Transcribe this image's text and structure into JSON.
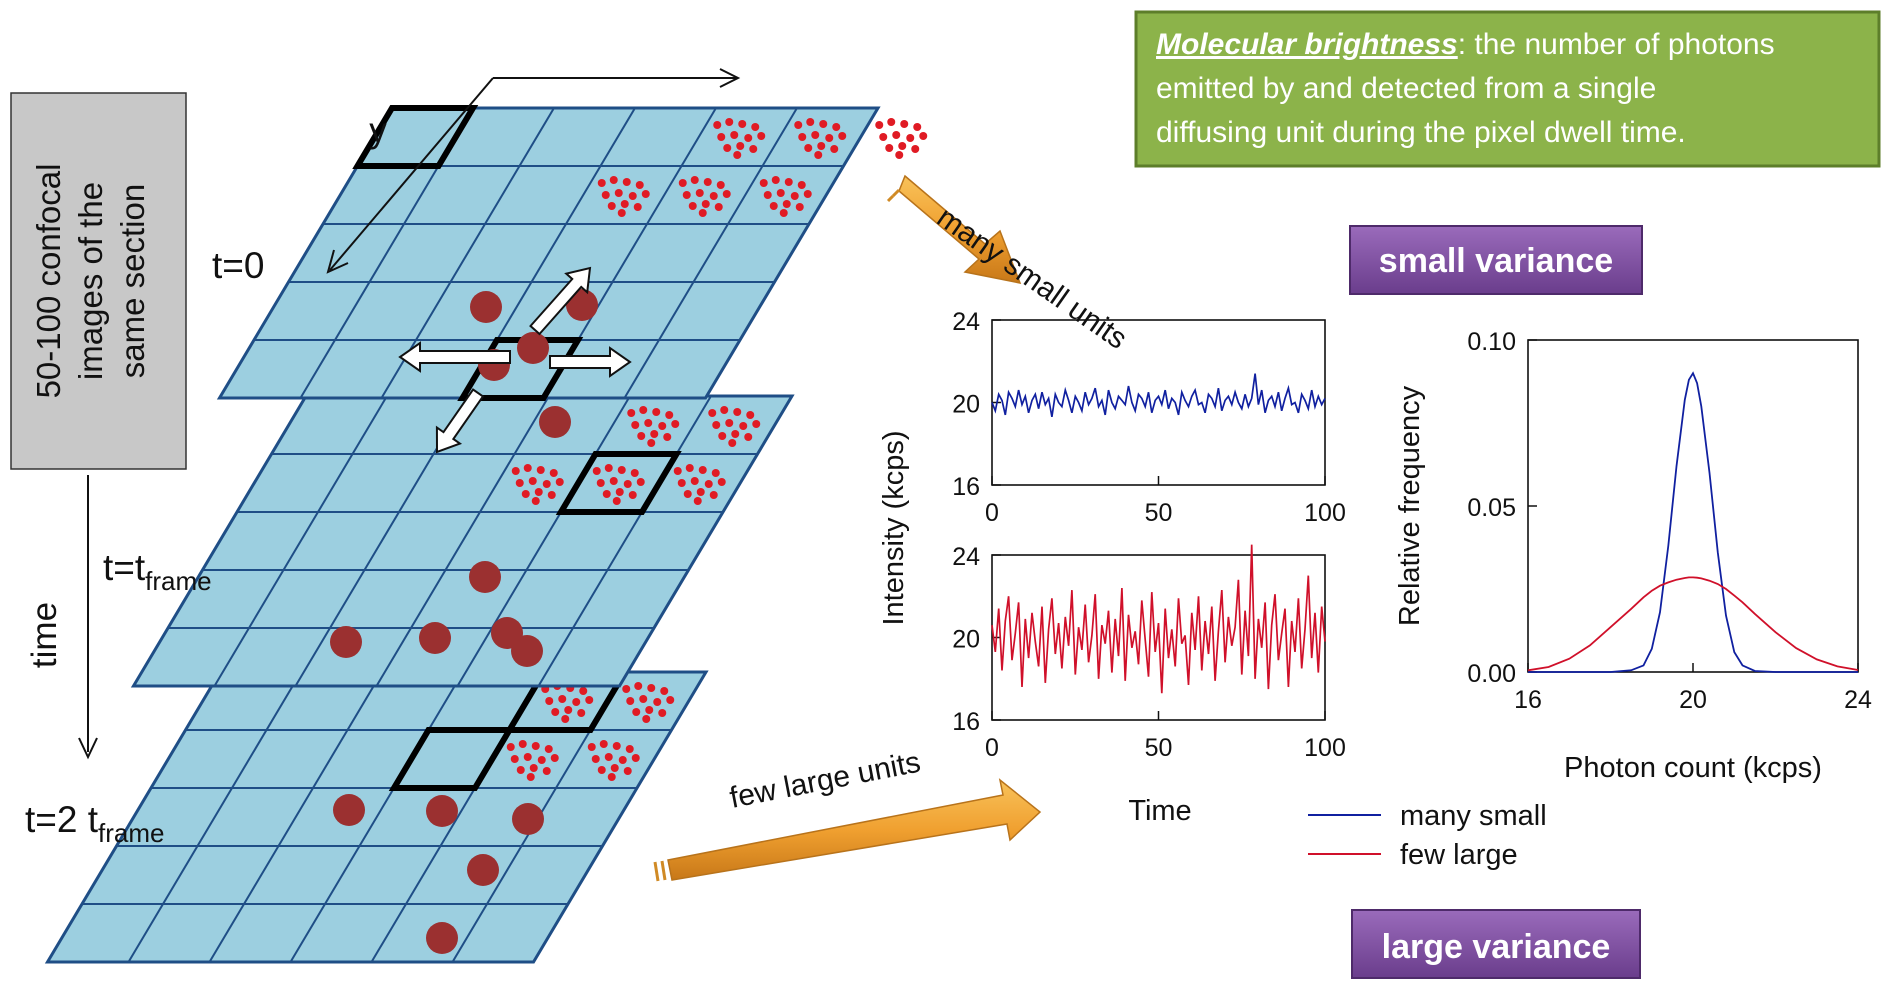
{
  "definition": {
    "term": "Molecular brightness",
    "text_line1": ": the number of photons",
    "text_line2": "emitted by and detected from a single",
    "text_line3": "diffusing unit during the pixel dwell time."
  },
  "left_box": {
    "line1": "50-100 confocal",
    "line2": "images of the",
    "line3": "same section"
  },
  "labels": {
    "y_axis": "y",
    "time_axis": "time",
    "t0": "t=0",
    "t1_base": "t=t",
    "t1_sub": "frame",
    "t2_base": "t=2 t",
    "t2_sub": "frame",
    "many_small_units": "many small units",
    "few_large_units": "few large units"
  },
  "badges": {
    "small_variance": "small variance",
    "large_variance": "large variance"
  },
  "colors": {
    "grid_fill": "#9ccfe0",
    "grid_line": "#1f4e86",
    "small_dots": "#e01b24",
    "large_dots": "#9b3030",
    "green_box": "#8cb34a",
    "purple_badge": "#7d4ea0",
    "gray_box": "#c8c8c8",
    "arrow_orange": "#f0a030",
    "series_many_small": "#1020a0",
    "series_few_large": "#d0102a"
  },
  "chart_data": [
    {
      "type": "line",
      "ylabel": "Intensity (kcps)",
      "xlabel": "",
      "xlim": [
        0,
        100
      ],
      "ylim": [
        16,
        24
      ],
      "xticks": [
        "0",
        "50",
        "100"
      ],
      "yticks": [
        "16",
        "20",
        "24"
      ],
      "series": [
        {
          "values": [
            20.0,
            19.6,
            20.4,
            20.1,
            19.4,
            20.5,
            20.2,
            19.8,
            20.6,
            19.9,
            20.3,
            19.5,
            20.1,
            20.4,
            19.7,
            20.5,
            19.9,
            20.2,
            19.3,
            20.4,
            20.0,
            19.8,
            20.6,
            20.1,
            19.5,
            20.3,
            20.0,
            19.6,
            20.5,
            19.9,
            20.2,
            20.7,
            19.8,
            20.1,
            19.4,
            20.6,
            20.0,
            19.7,
            20.3,
            20.1,
            19.9,
            20.8,
            20.0,
            19.6,
            20.4,
            20.2,
            19.8,
            20.5,
            19.5,
            20.1,
            20.3,
            19.9,
            20.6,
            19.7,
            20.2,
            20.0,
            19.4,
            20.5,
            20.1,
            19.8,
            20.3,
            20.6,
            19.9,
            20.0,
            19.5,
            20.4,
            20.2,
            19.8,
            20.7,
            19.6,
            20.1,
            20.3,
            19.9,
            20.5,
            20.0,
            19.7,
            20.4,
            19.8,
            20.2,
            21.4,
            19.9,
            20.6,
            19.5,
            20.1,
            20.3,
            19.8,
            20.5,
            19.6,
            20.2,
            20.7,
            19.9,
            20.0,
            19.5,
            20.4,
            20.1,
            19.7,
            20.6,
            19.8,
            20.3,
            19.9,
            20.2
          ]
        }
      ]
    },
    {
      "type": "line",
      "ylabel": "",
      "xlabel": "Time",
      "xlim": [
        0,
        100
      ],
      "ylim": [
        16,
        24
      ],
      "xticks": [
        "0",
        "50",
        "100"
      ],
      "yticks": [
        "16",
        "20",
        "24"
      ],
      "series": [
        {
          "values": [
            20.6,
            19.3,
            21.4,
            18.4,
            20.8,
            22.0,
            18.9,
            20.2,
            21.7,
            17.6,
            20.9,
            19.0,
            21.2,
            19.8,
            18.6,
            21.5,
            17.8,
            20.4,
            21.9,
            19.2,
            20.7,
            18.5,
            21.0,
            19.6,
            22.3,
            18.2,
            20.5,
            19.4,
            21.6,
            18.8,
            20.1,
            22.1,
            18.0,
            20.6,
            19.7,
            21.3,
            18.3,
            20.9,
            19.1,
            22.4,
            17.9,
            21.1,
            19.5,
            20.3,
            18.7,
            21.8,
            19.9,
            18.1,
            22.2,
            19.3,
            20.7,
            17.3,
            21.4,
            19.0,
            20.4,
            18.6,
            21.9,
            19.7,
            20.1,
            17.7,
            21.2,
            19.4,
            22.0,
            18.4,
            20.8,
            19.2,
            21.5,
            17.9,
            20.3,
            22.3,
            18.8,
            21.0,
            19.6,
            20.5,
            22.8,
            18.2,
            21.3,
            19.1,
            24.5,
            18.0,
            20.9,
            19.5,
            21.7,
            17.5,
            20.6,
            22.1,
            18.9,
            20.2,
            21.4,
            17.6,
            20.8,
            19.3,
            21.9,
            18.5,
            20.4,
            23.0,
            19.0,
            21.2,
            18.3,
            21.5,
            19.8
          ]
        }
      ]
    },
    {
      "type": "line",
      "ylabel": "Relative frequency",
      "xlabel": "Photon count (kcps)",
      "xlim": [
        16,
        24
      ],
      "ylim": [
        0,
        0.1
      ],
      "xticks": [
        "16",
        "20",
        "24"
      ],
      "yticks": [
        "0.00",
        "0.05",
        "0.10"
      ],
      "x": [
        16.0,
        16.5,
        17.0,
        17.5,
        18.0,
        18.5,
        18.8,
        19.0,
        19.2,
        19.4,
        19.6,
        19.8,
        19.9,
        20.0,
        20.1,
        20.2,
        20.4,
        20.6,
        20.8,
        21.0,
        21.2,
        21.5,
        22.0,
        22.5,
        23.0,
        23.5,
        24.0
      ],
      "series": [
        {
          "name": "many small",
          "values": [
            0.0,
            0.0,
            0.0,
            0.0,
            0.0,
            0.0005,
            0.002,
            0.007,
            0.018,
            0.038,
            0.062,
            0.082,
            0.088,
            0.09,
            0.087,
            0.08,
            0.06,
            0.036,
            0.017,
            0.006,
            0.002,
            0.0003,
            0.0,
            0.0,
            0.0,
            0.0,
            0.0
          ]
        },
        {
          "name": "few large",
          "values": [
            0.0005,
            0.0015,
            0.004,
            0.008,
            0.0135,
            0.019,
            0.0225,
            0.0245,
            0.026,
            0.027,
            0.0278,
            0.0283,
            0.0285,
            0.0285,
            0.0284,
            0.0282,
            0.0275,
            0.0265,
            0.025,
            0.023,
            0.021,
            0.0175,
            0.012,
            0.0072,
            0.0038,
            0.0017,
            0.0006
          ]
        }
      ]
    }
  ]
}
